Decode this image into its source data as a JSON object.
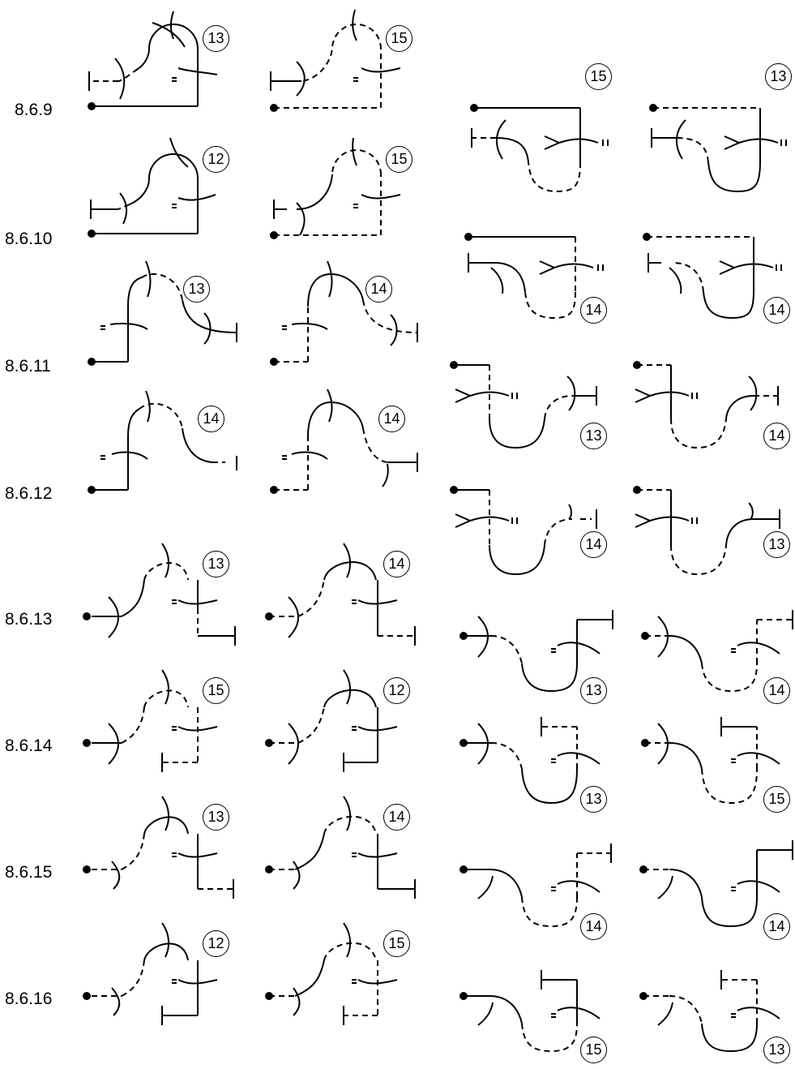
{
  "row_labels": [
    "8.6.9",
    "8.6.10",
    "8.6.11",
    "8.6.12",
    "8.6.13",
    "8.6.14",
    "8.6.15",
    "8.6.16"
  ],
  "badges": [
    {
      "id": "a9",
      "text": "13"
    },
    {
      "id": "b9",
      "text": "15"
    },
    {
      "id": "a10",
      "text": "12"
    },
    {
      "id": "b10",
      "text": "15"
    },
    {
      "id": "a11",
      "text": "13"
    },
    {
      "id": "b11",
      "text": "14"
    },
    {
      "id": "a12",
      "text": "14"
    },
    {
      "id": "b12",
      "text": "14"
    },
    {
      "id": "a13",
      "text": "13"
    },
    {
      "id": "b13",
      "text": "14"
    },
    {
      "id": "a14",
      "text": "15"
    },
    {
      "id": "b14",
      "text": "12"
    },
    {
      "id": "a15",
      "text": "13"
    },
    {
      "id": "b15",
      "text": "14"
    },
    {
      "id": "a16",
      "text": "12"
    },
    {
      "id": "b16",
      "text": "15"
    },
    {
      "id": "c1",
      "text": "15"
    },
    {
      "id": "d1",
      "text": "13"
    },
    {
      "id": "c2",
      "text": "14"
    },
    {
      "id": "d2",
      "text": "14"
    },
    {
      "id": "c3",
      "text": "13"
    },
    {
      "id": "d3",
      "text": "14"
    },
    {
      "id": "c4",
      "text": "14"
    },
    {
      "id": "d4",
      "text": "13"
    },
    {
      "id": "c5",
      "text": "13"
    },
    {
      "id": "d5",
      "text": "14"
    },
    {
      "id": "c6",
      "text": "13"
    },
    {
      "id": "d6",
      "text": "15"
    },
    {
      "id": "c7",
      "text": "14"
    },
    {
      "id": "d7",
      "text": "14"
    },
    {
      "id": "c8",
      "text": "15"
    },
    {
      "id": "d8",
      "text": "13"
    }
  ]
}
